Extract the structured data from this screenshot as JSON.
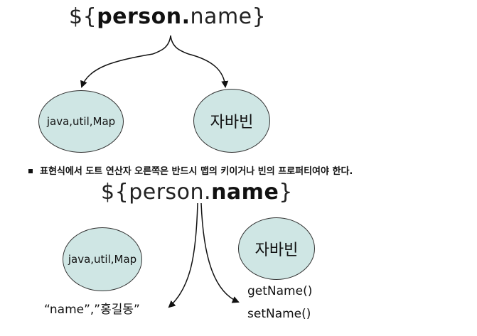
{
  "top_diagram": {
    "expression": {
      "prefix": "${",
      "object": "person",
      "dot": ".",
      "property": "name",
      "suffix": "}"
    },
    "nodes": [
      {
        "label": "java,util,Map"
      },
      {
        "label": "자바빈"
      }
    ]
  },
  "rule_text": "표현식에서 도트 연산자 오른쪽은 반드시 맵의 키이거나 빈의 프로퍼티여야 한다.",
  "bottom_diagram": {
    "expression": {
      "prefix": "${",
      "object": "person",
      "dot": ".",
      "property": "name",
      "suffix": "}"
    },
    "nodes": [
      {
        "label": "java,util,Map"
      },
      {
        "label": "자바빈"
      }
    ],
    "results": {
      "map_key": "“name”,”홍길동”",
      "getter": "getName()",
      "setter": "setName()"
    }
  },
  "colors": {
    "node_fill": "#cfe6e4",
    "node_border": "#333333",
    "line": "#111111"
  }
}
